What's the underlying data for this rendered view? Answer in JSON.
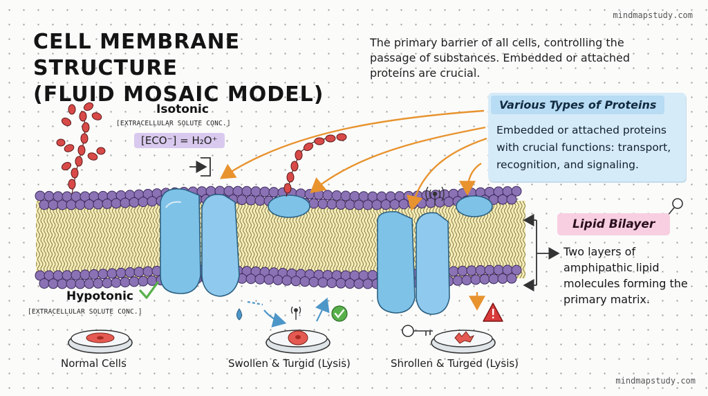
{
  "watermark_top": "mindmapstudy.com",
  "watermark_bottom": "mindmapstudy.com",
  "title_line1": "CELL MEMBRANE STRUCTURE",
  "title_line2": "(FLUID MOSAIC MODEL)",
  "intro": "The primary barrier of all cells, controlling the passage of substances. Embedded or attached proteins are crucial.",
  "proteins": {
    "title": "Various Types of Proteins",
    "text": "Embedded or attached proteins with crucial functions: transport, recognition, and signaling."
  },
  "lipid": {
    "title": "Lipid Bilayer",
    "text": "Two layers of amphipathic lipid molecules forming the primary matrix."
  },
  "isotonic": {
    "title": "Isotonic",
    "subtitle": "[EXTRACELLULAR SOLUTE CONC.]",
    "formula": "[ECO⁻] = H₂O⁺"
  },
  "hypotonic": {
    "title": "Hypotonic",
    "subtitle": "[EXTRACELLULAR SOLUTE CONC.]"
  },
  "dishes": [
    "Normal Cells",
    "Swollen & Turgid (Lysis)",
    "Shrollen & Turged (Lysis)"
  ],
  "colors": {
    "lipid_head": "#8b72b5",
    "tail_band": "#f6edb8",
    "protein": "#7fc2e8",
    "glyco_chain": "#d84a48",
    "arrow": "#e8932e",
    "arrow_blue": "#4d96c8",
    "check": "#58b04a",
    "warning": "#d83a3a"
  },
  "icons": [
    "enter-icon",
    "antenna-icon",
    "key-icon",
    "check-icon",
    "warning-icon",
    "water-drop-icon"
  ]
}
